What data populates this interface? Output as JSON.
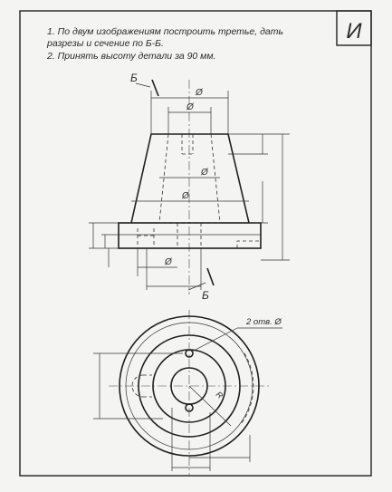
{
  "drawing": {
    "letter": "И",
    "task_lines": [
      "1. По двум изображениям построить третье, дать",
      "разрезы и сечение по Б-Б.",
      "2. Принять высоту детали за 90 мм."
    ]
  },
  "labels": {
    "section_mark_top": "Б",
    "section_mark_bottom": "Б",
    "diameter": "Ø",
    "holes_note": "2 отв. Ø",
    "radius": "R"
  }
}
